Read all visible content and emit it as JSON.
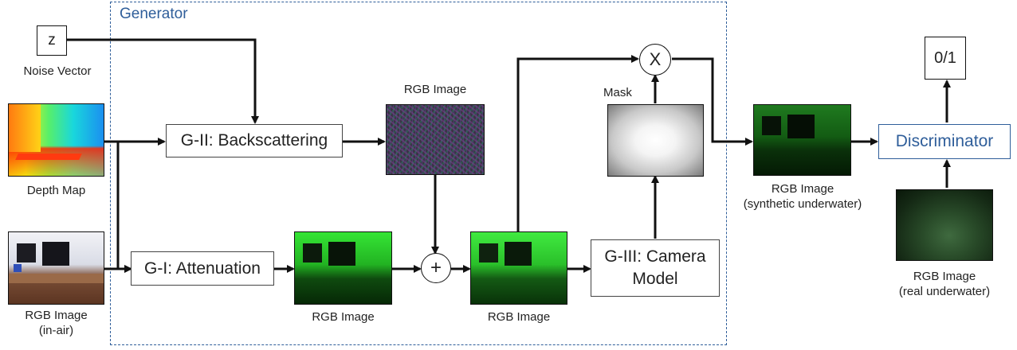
{
  "generator": {
    "title": "Generator"
  },
  "inputs": {
    "noise_symbol": "z",
    "noise_label": "Noise Vector",
    "depth_label": "Depth Map",
    "rgb_in_air_label_line1": "RGB Image",
    "rgb_in_air_label_line2": "(in-air)"
  },
  "blocks": {
    "backscattering": "G-II: Backscattering",
    "attenuation": "G-I: Attenuation",
    "camera_line1": "G-III: Camera",
    "camera_line2": "Model",
    "discriminator": "Discriminator"
  },
  "operators": {
    "plus": "+",
    "times": "X"
  },
  "images": {
    "backscatter_label": "RGB Image",
    "attenuated_label": "RGB Image",
    "sum_label": "RGB Image",
    "mask_label": "Mask",
    "synthetic_line1": "RGB Image",
    "synthetic_line2": "(synthetic underwater)",
    "real_line1": "RGB Image",
    "real_line2": "(real underwater)"
  },
  "output": {
    "value": "0/1"
  },
  "colors": {
    "generator_border": "#2f5e9a",
    "discriminator_border": "#2f5e9a",
    "discriminator_text": "#2f5e9a"
  }
}
